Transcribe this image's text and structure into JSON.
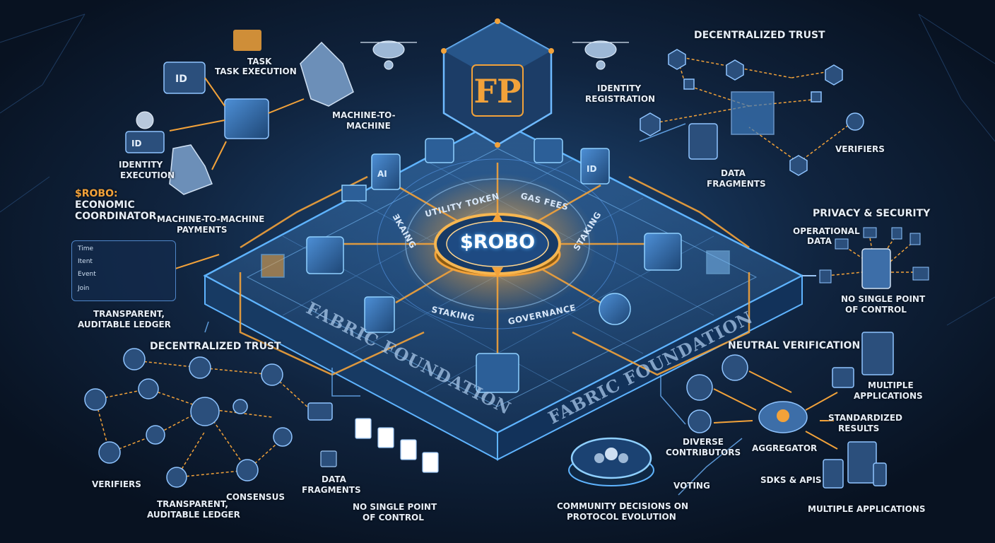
{
  "token": {
    "label": "$ROBO"
  },
  "token_ring": {
    "utility_token": "UTILITY TOKEN",
    "gas_fees": "GAS FEES",
    "staking_left": "ƎKAING",
    "staking_right": "STAKING",
    "staking_bottom": "STAKING",
    "governance": "GOVERNANCE"
  },
  "platform": {
    "left_plate": "FABRIC FOUNDATION",
    "right_plate": "FABRIC FOUNDATION"
  },
  "top_left": {
    "task_line1": "TASK",
    "task_line2": "TASK EXECUTION",
    "machine_to_machine_line1": "MACHINE-TO-",
    "machine_to_machine_line2": "MACHINE",
    "identity_line1": "IDENTITY",
    "identity_line2": "EXECUTION",
    "robo_line1": "$ROBO:",
    "robo_line2": "ECONOMIC",
    "robo_line3": "COORDINATOR",
    "payments_line1": "MACHINE-TO-MACHINE",
    "payments_line2": "PAYMENTS",
    "ledger_rows": [
      "Time",
      "Itent",
      "Event",
      "Join"
    ],
    "ledger_caption_line1": "TRANSPARENT,",
    "ledger_caption_line2": "AUDITABLE LEDGER"
  },
  "top_center": {
    "identity_line1": "IDENTITY",
    "identity_line2": "REGISTRATION"
  },
  "top_right": {
    "title": "DECENTRALIZED TRUST",
    "verifiers": "VERIFIERS",
    "data_line1": "DATA",
    "data_line2": "FRAGMENTS",
    "privacy_title": "PRIVACY & SECURITY",
    "operational_line1": "OPERATIONAL",
    "operational_line2": "DATA",
    "no_single_line1": "NO SINGLE POINT",
    "no_single_line2": "OF CONTROL"
  },
  "bottom_left": {
    "title": "DECENTRALIZED TRUST",
    "verifiers": "VERIFIERS",
    "ledger_line1": "TRANSPARENT,",
    "ledger_line2": "AUDITABLE LEDGER",
    "consensus": "CONSENSUS",
    "data_line1": "DATA",
    "data_line2": "FRAGMENTS",
    "no_single_line1": "NO SINGLE POINT",
    "no_single_line2": "OF CONTROL"
  },
  "bottom_center": {
    "voting": "VOTING",
    "community_line1": "COMMUNITY DECISIONS ON",
    "community_line2": "PROTOCOL EVOLUTION"
  },
  "bottom_right": {
    "title": "NEUTRAL VERIFICATION",
    "multiple_line1": "MULTIPLE",
    "multiple_line2": "APPLICATIONS",
    "standardized_line1": "STANDARDIZED",
    "standardized_line2": "RESULTS",
    "diverse_line1": "DIVERSE",
    "diverse_line2": "CONTRIBUTORS",
    "aggregator": "AGGREGATOR",
    "sdks": "SDKS & APIS",
    "multiple_bottom": "MULTIPLE APPLICATIONS"
  },
  "colors": {
    "background": "#0b1628",
    "platform_blue": "#4fa3ff",
    "glow_orange": "#f2a23a",
    "node_fill": "#2b4f7c"
  }
}
